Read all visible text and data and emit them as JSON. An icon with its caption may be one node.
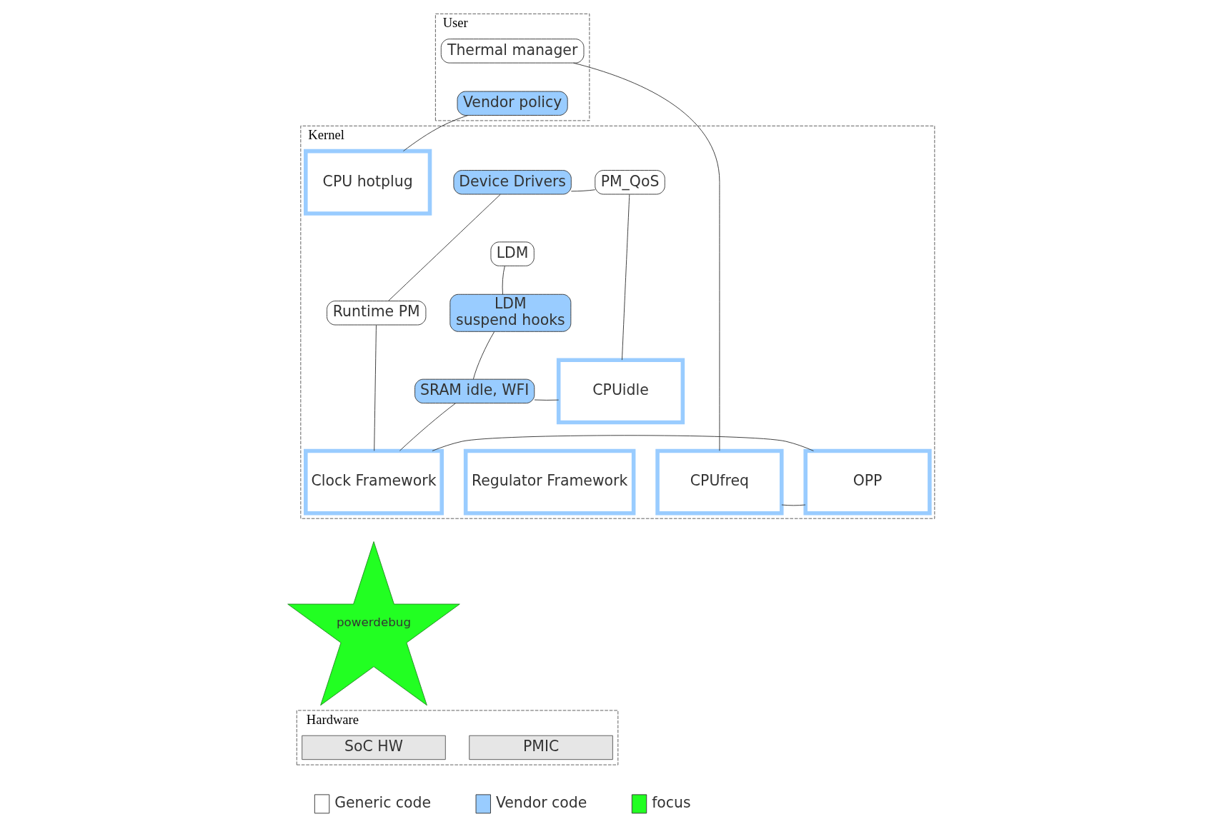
{
  "diagram": {
    "nodes": [
      {
        "text": [
          "User"
        ]
      },
      {
        "text": [
          "Thermal manager"
        ],
        "in": 0
      },
      {
        "text": [
          "Vendor policy"
        ],
        "in": 0
      },
      {
        "text": [
          "Kernel"
        ]
      },
      {
        "text": [
          "CPU hotplug"
        ],
        "in": 3
      },
      {
        "text": [
          "Device Drivers"
        ],
        "in": 3
      },
      {
        "text": [
          "PM_QoS"
        ],
        "in": 3
      },
      {
        "text": [
          "LDM"
        ],
        "in": 3
      },
      {
        "text": [
          "Runtime PM"
        ],
        "in": 3
      },
      {
        "text": [
          "LDM",
          "suspend hooks"
        ],
        "in": 3
      },
      {
        "text": [
          "SRAM idle, WFI"
        ],
        "in": 3
      },
      {
        "text": [
          "CPUidle"
        ],
        "in": 3
      },
      {
        "text": [
          "CPUfreq"
        ],
        "in": 3
      },
      {
        "text": [
          "OPP"
        ],
        "in": 3
      },
      {
        "text": [
          "Clock Framework"
        ],
        "in": 3
      },
      {
        "text": [
          "Regulator Framework"
        ],
        "in": 3
      },
      {
        "text": [
          "powerdebug"
        ]
      },
      {
        "text": [
          "Hardware"
        ]
      },
      {
        "text": [
          "SoC HW"
        ],
        "in": 17
      },
      {
        "text": [
          "PMIC"
        ],
        "in": 17
      }
    ],
    "edges": [
      {
        "from": 1,
        "to": 12,
        "arrow": "none"
      },
      {
        "from": 2,
        "to": 4,
        "arrow": "none"
      },
      {
        "from": 5,
        "to": 6,
        "arrow": "none"
      },
      {
        "from": 5,
        "to": 8,
        "arrow": "none"
      },
      {
        "from": 7,
        "to": 9,
        "arrow": "none"
      },
      {
        "from": 9,
        "to": 10,
        "arrow": "none"
      },
      {
        "from": 10,
        "to": 11,
        "arrow": "none"
      },
      {
        "from": 6,
        "to": 11,
        "arrow": "none"
      },
      {
        "from": 10,
        "to": 14,
        "arrow": "none"
      },
      {
        "from": 8,
        "to": 14,
        "arrow": "none"
      },
      {
        "from": 12,
        "to": 13,
        "arrow": "none"
      },
      {
        "from": 13,
        "to": 14,
        "arrow": "none"
      }
    ],
    "legend": [
      {
        "text": "Generic code",
        "color": "#ffffff"
      },
      {
        "text": "Vendor code",
        "color": "#99ccff"
      },
      {
        "text": "focus",
        "color": "#22ff22"
      }
    ]
  }
}
